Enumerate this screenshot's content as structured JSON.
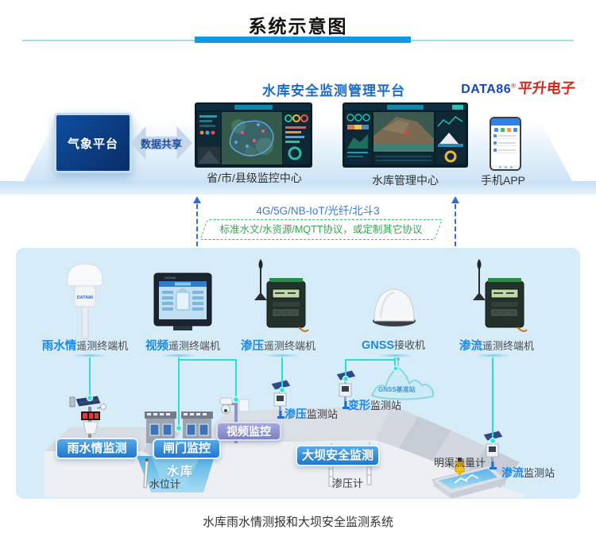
{
  "header": {
    "title": "系统示意图"
  },
  "platform": {
    "title": "水库安全监测管理平台",
    "logo": {
      "brand": "DATA86",
      "reg": "®",
      "name": "平升电子"
    },
    "weather_platform": "气象平台",
    "data_share": "数据共享",
    "centers": [
      {
        "label": "省/市/县级监控中心"
      },
      {
        "label": "水库管理中心"
      },
      {
        "label": "手机APP"
      }
    ]
  },
  "comm": {
    "links": "4G/5G/NB-IoT/光纤/北斗3",
    "protocol": "标准水文/水资源/MQTT协议，或定制其它协议"
  },
  "devices": [
    {
      "highlight": "雨水情",
      "rest": "遥测终端机"
    },
    {
      "highlight": "视频",
      "rest": "遥测终端机"
    },
    {
      "highlight": "渗压",
      "rest": "遥测终端机"
    },
    {
      "highlight": "GNSS",
      "rest": "接收机"
    },
    {
      "highlight": "渗流",
      "rest": "遥测终端机"
    }
  ],
  "field": {
    "badges": [
      {
        "label": "雨水情监测",
        "style": "blue"
      },
      {
        "label": "闸门监控",
        "style": "blue"
      },
      {
        "label": "视频监控",
        "style": "purple"
      },
      {
        "label": "大坝安全监测",
        "style": "blue"
      }
    ],
    "annotations": {
      "reservoir": "水库",
      "water_level_gauge": "水位计",
      "piezometer": "渗压计",
      "open_channel_flowmeter": "明渠流量计",
      "gnss_base": "GNSS基准站",
      "seepage_pressure_station": {
        "highlight": "渗压",
        "rest": "监测站"
      },
      "deformation_station": {
        "highlight": "变形",
        "rest": "监测站"
      },
      "seepage_flow_station": {
        "highlight": "渗流",
        "rest": "监测站"
      }
    }
  },
  "caption": "水库雨水情测报和大坝安全监测系统",
  "colors": {
    "accent_bar": "#0D9BE8",
    "platform_title": "#1B6CC8",
    "brand_blue": "#1546BE",
    "brand_red": "#D3281E",
    "link_text": "#3A7BD5",
    "protocol_green": "#2FA84F",
    "arrow_blue": "#2E6BDB",
    "panel_bg": "#D7ECF9",
    "highlight_blue": "#1E88E5",
    "teal_line": "#2BDFD0",
    "badge_blue": "#2E86D8",
    "badge_purple": "#8489CC"
  }
}
